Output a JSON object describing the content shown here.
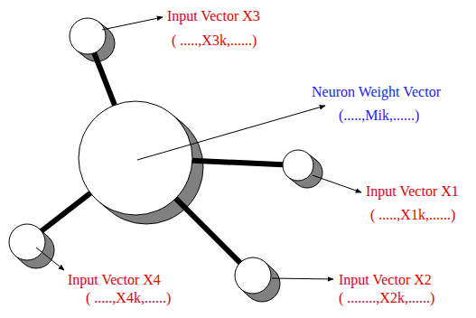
{
  "diagram": {
    "nodes": [
      {
        "text": [
          "Input Vector X3",
          "( .....,X3k,......)"
        ]
      },
      {
        "text": [
          "Neuron Weight Vector",
          "(.....,Mik,......)"
        ]
      },
      {
        "text": [
          "Input Vector X1",
          "( .....,X1k,......)"
        ]
      },
      {
        "text": [
          "Input Vector X4",
          "( .....,X4k,......)"
        ]
      },
      {
        "text": [
          "Input Vector X2",
          "( ........,X2k,......)"
        ]
      }
    ],
    "edges": [
      {
        "from": 1,
        "to": 0,
        "arrow": "none"
      },
      {
        "from": 1,
        "to": 2,
        "arrow": "none"
      },
      {
        "from": 1,
        "to": 3,
        "arrow": "none"
      },
      {
        "from": 1,
        "to": 4,
        "arrow": "none"
      }
    ]
  }
}
